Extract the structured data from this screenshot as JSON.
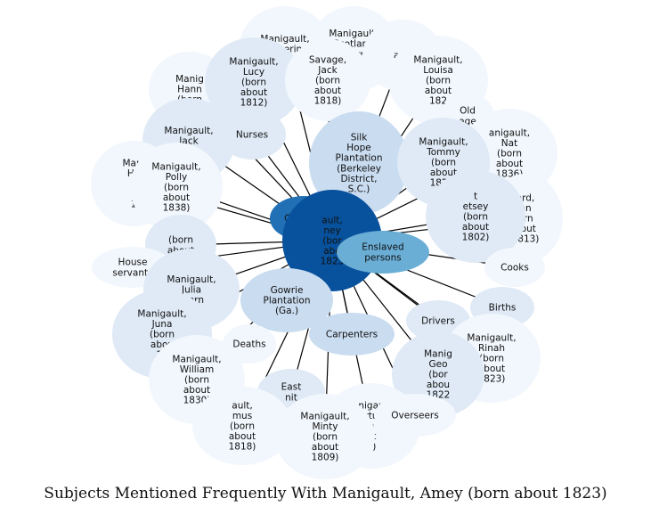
{
  "title": "Subjects Mentioned Frequently With Manigault, Amey (born about 1823)",
  "palette": {
    "outer": "#f2f7fd",
    "outer_alt": "#dfeaf6",
    "medium": "#c9dcf0",
    "strong": "#6aaed6",
    "darker": "#2170b5",
    "center": "#08519c",
    "edge": "#000000"
  },
  "nodes": [
    {
      "id": "catherine",
      "label": "Manigault, Catherine (born about 1812)",
      "lines": [
        "Manigault,",
        "Catherine",
        "(born"
      ],
      "shade": "outer"
    },
    {
      "id": "scotland",
      "label": "Manigault, Scotland (born about 1811)",
      "lines": [
        "Manigault,",
        "Scotland",
        "(born",
        "about"
      ],
      "shade": "outer"
    },
    {
      "id": "unknown-top",
      "label": "Manigault",
      "lines": [
        "ault"
      ],
      "shade": "outer"
    },
    {
      "id": "hannah",
      "label": "Manigault, Hannah (born",
      "lines": [
        "Manig",
        "Hann",
        "(born"
      ],
      "shade": "outer"
    },
    {
      "id": "lucy",
      "label": "Manigault, Lucy (born about 1812)",
      "lines": [
        "Manigault,",
        "Lucy",
        "(born",
        "about",
        "1812)"
      ],
      "shade": "outer_alt"
    },
    {
      "id": "jack-savage",
      "label": "Savage, Jack (born about 1818)",
      "lines": [
        "Savage,",
        "Jack",
        "(born",
        "about",
        "1818)"
      ],
      "shade": "outer"
    },
    {
      "id": "louisa",
      "label": "Manigault, Louisa (born about 1823)",
      "lines": [
        "Manigault,",
        "Louisa",
        "(born",
        "about",
        "182"
      ],
      "shade": "outer"
    },
    {
      "id": "jack",
      "label": "Manigault, Jack (born",
      "lines": [
        "Manigault,",
        "Jack",
        "(born"
      ],
      "shade": "outer_alt"
    },
    {
      "id": "nurses",
      "label": "Nurses",
      "lines": [
        "Nurses"
      ],
      "shade": "outer_alt"
    },
    {
      "id": "old-age",
      "label": "Old age",
      "lines": [
        "Old",
        "age"
      ],
      "shade": "outer"
    },
    {
      "id": "nat",
      "label": "Manigault, Nat (born about 1836)",
      "lines": [
        "anigault,",
        "Nat",
        "(born",
        "about",
        "1836)"
      ],
      "shade": "outer"
    },
    {
      "id": "silk-hope",
      "label": "Silk Hope Plantation (Berkeley District, S.C.)",
      "lines": [
        "Silk",
        "Hope",
        "Plantation",
        "(Berkeley",
        "District,",
        "S.C.)"
      ],
      "shade": "medium"
    },
    {
      "id": "tommy",
      "label": "Manigault, Tommy (born about 1821)",
      "lines": [
        "Manigault,",
        "Tommy",
        "(born",
        "about",
        "1821)"
      ],
      "shade": "outer_alt"
    },
    {
      "id": "hector",
      "label": "Manigault, Hector (born about 18",
      "lines": [
        "Mani",
        "He",
        "(",
        "a",
        "1"
      ],
      "shade": "outer"
    },
    {
      "id": "polly",
      "label": "Manigault, Polly (born about 1838)",
      "lines": [
        "Manigault,",
        "Polly",
        "(born",
        "about",
        "1838)"
      ],
      "shade": "outer"
    },
    {
      "id": "richard",
      "label": "Richard, John (born about 1813)",
      "lines": [
        "ard,",
        "hn",
        "orn",
        "bout",
        "1813)"
      ],
      "shade": "outer"
    },
    {
      "id": "betsey",
      "label": "Manigault, Betsey (born about 1802)",
      "lines": [
        "t",
        "etsey",
        "(born",
        "about",
        "1802)"
      ],
      "shade": "outer_alt"
    },
    {
      "id": "children",
      "label": "Children",
      "lines": [
        "Children"
      ],
      "shade": "darker"
    },
    {
      "id": "amey",
      "label": "Manigault, Amey (born about 1823)",
      "lines": [
        "ault,",
        "ney",
        "(bor",
        "abo",
        "1823"
      ],
      "shade": "center"
    },
    {
      "id": "unknown-left",
      "label": "Manigault (born about",
      "lines": [
        "(born",
        "about"
      ],
      "shade": "outer_alt"
    },
    {
      "id": "enslaved",
      "label": "Enslaved persons",
      "lines": [
        "Enslaved",
        "persons"
      ],
      "shade": "strong"
    },
    {
      "id": "cooks",
      "label": "Cooks",
      "lines": [
        "Cooks"
      ],
      "shade": "outer"
    },
    {
      "id": "house-servants",
      "label": "House servants",
      "lines": [
        "House",
        "servants"
      ],
      "shade": "outer"
    },
    {
      "id": "julia",
      "label": "Manigault, Julia (born",
      "lines": [
        "Manigault,",
        "Julia",
        "(born"
      ],
      "shade": "outer_alt"
    },
    {
      "id": "gowrie",
      "label": "Gowrie Plantation (Ga.)",
      "lines": [
        "Gowrie",
        "Plantation",
        "(Ga.)"
      ],
      "shade": "medium"
    },
    {
      "id": "births",
      "label": "Births",
      "lines": [
        "Births"
      ],
      "shade": "outer_alt"
    },
    {
      "id": "juna",
      "label": "Manigault, Juna (born about 18",
      "lines": [
        "Manigault,",
        "Juna",
        "(born",
        "abou",
        "18"
      ],
      "shade": "outer_alt"
    },
    {
      "id": "drivers",
      "label": "Drivers",
      "lines": [
        "Drivers"
      ],
      "shade": "outer_alt"
    },
    {
      "id": "carpenters",
      "label": "Carpenters",
      "lines": [
        "Carpenters"
      ],
      "shade": "medium"
    },
    {
      "id": "deaths",
      "label": "Deaths",
      "lines": [
        "Deaths"
      ],
      "shade": "outer"
    },
    {
      "id": "rinah",
      "label": "Manigault, Rinah (born about 1823)",
      "lines": [
        "Manigault,",
        "Rinah",
        "(born",
        "about",
        "1823)"
      ],
      "shade": "outer"
    },
    {
      "id": "george",
      "label": "Manigault, George (born about 1822)",
      "lines": [
        "Manig",
        "Geo",
        "(bor",
        "abou",
        "1822"
      ],
      "shade": "outer_alt"
    },
    {
      "id": "william",
      "label": "Manigault, William (born about 1830)",
      "lines": [
        "Manigault,",
        "William",
        "(born",
        "about",
        "1830)"
      ],
      "shade": "outer"
    },
    {
      "id": "east",
      "label": "East",
      "lines": [
        "East",
        "nit"
      ],
      "shade": "outer_alt"
    },
    {
      "id": "primus",
      "label": "Manigault, Primus (born about 1818)",
      "lines": [
        "ault,",
        "mus",
        "(born",
        "about",
        "1818)"
      ],
      "shade": "outer"
    },
    {
      "id": "fortune",
      "label": "Manigault, Fortune (born about 1819)",
      "lines": [
        "nigau",
        "rtu",
        "n",
        "ut",
        "9)"
      ],
      "shade": "outer"
    },
    {
      "id": "minty",
      "label": "Manigault, Minty (born about 1809)",
      "lines": [
        "Manigault,",
        "Minty",
        "(born",
        "about",
        "1809)"
      ],
      "shade": "outer"
    },
    {
      "id": "overseers",
      "label": "Overseers",
      "lines": [
        "Overseers"
      ],
      "shade": "outer"
    }
  ]
}
